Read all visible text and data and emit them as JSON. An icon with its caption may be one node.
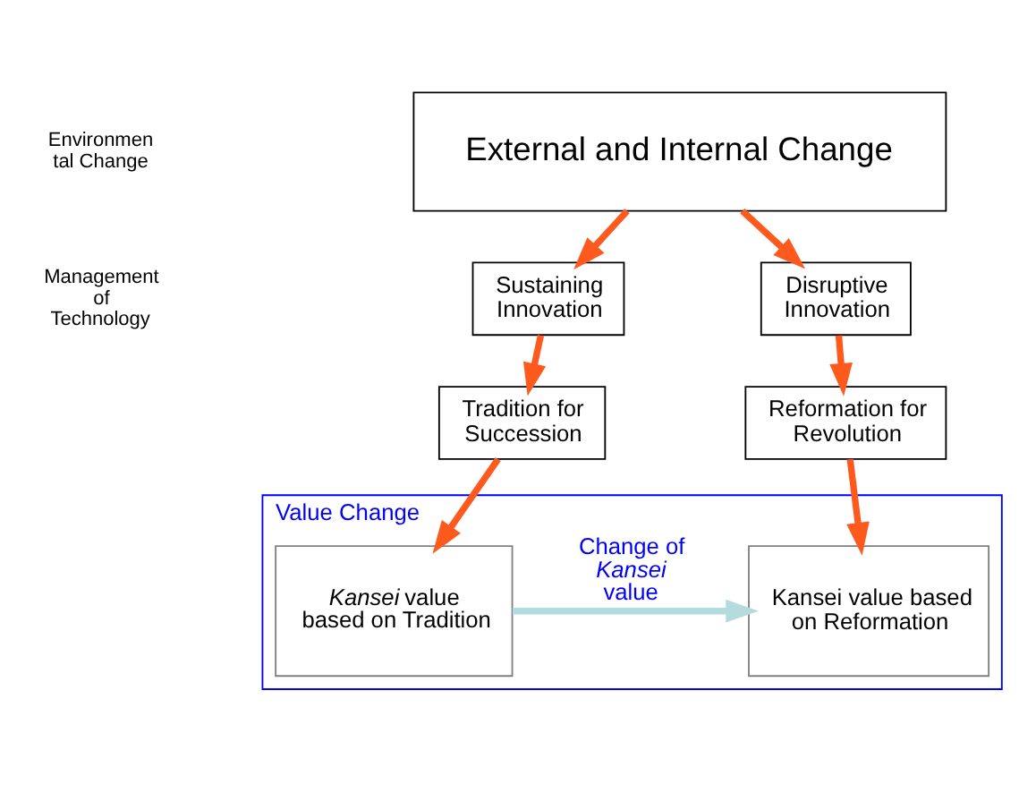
{
  "diagram": {
    "nodes": [
      {
        "text": [
          "External and Internal Change"
        ]
      },
      {
        "text": [
          "Sustaining Innovation"
        ]
      },
      {
        "text": [
          "Disruptive Innovation"
        ]
      },
      {
        "text": [
          "Tradition for Succession"
        ]
      },
      {
        "text": [
          "Reformation for Revolution"
        ]
      },
      {
        "text": [
          "Value Change"
        ]
      },
      {
        "text": [
          "*Kansei* value based on Tradition"
        ],
        "in": 5
      },
      {
        "text": [
          "Kansei value based on Reformation"
        ],
        "in": 5
      }
    ],
    "edges": [
      {
        "from": 0,
        "to": 1,
        "arrow": "to"
      },
      {
        "from": 0,
        "to": 2,
        "arrow": "to"
      },
      {
        "from": 1,
        "to": 3,
        "arrow": "to"
      },
      {
        "from": 2,
        "to": 4,
        "arrow": "to"
      },
      {
        "from": 3,
        "to": 6,
        "arrow": "to"
      },
      {
        "from": 4,
        "to": 7,
        "arrow": "to"
      },
      {
        "from": 6,
        "to": 7,
        "arrow": "to",
        "label": "Change of *Kansei* value",
        "color": "#b4dcdc"
      }
    ],
    "labels": [
      "Environmen tal Change",
      "Management of Technology"
    ]
  }
}
